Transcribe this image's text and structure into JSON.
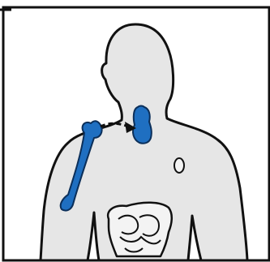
{
  "diagram": {
    "colors": {
      "background": "#ffffff",
      "body_fill": "#e6e6e6",
      "outline": "#111111",
      "organ_blue": "#1f6fc1",
      "arrow": "#111111",
      "intestine_fill": "#f3f3f3"
    },
    "elements": [
      "frame-border",
      "body-silhouette",
      "humerus-bone",
      "thymus-organ",
      "arrow-bone-to-thymus",
      "spleen-outline",
      "intestines"
    ]
  }
}
